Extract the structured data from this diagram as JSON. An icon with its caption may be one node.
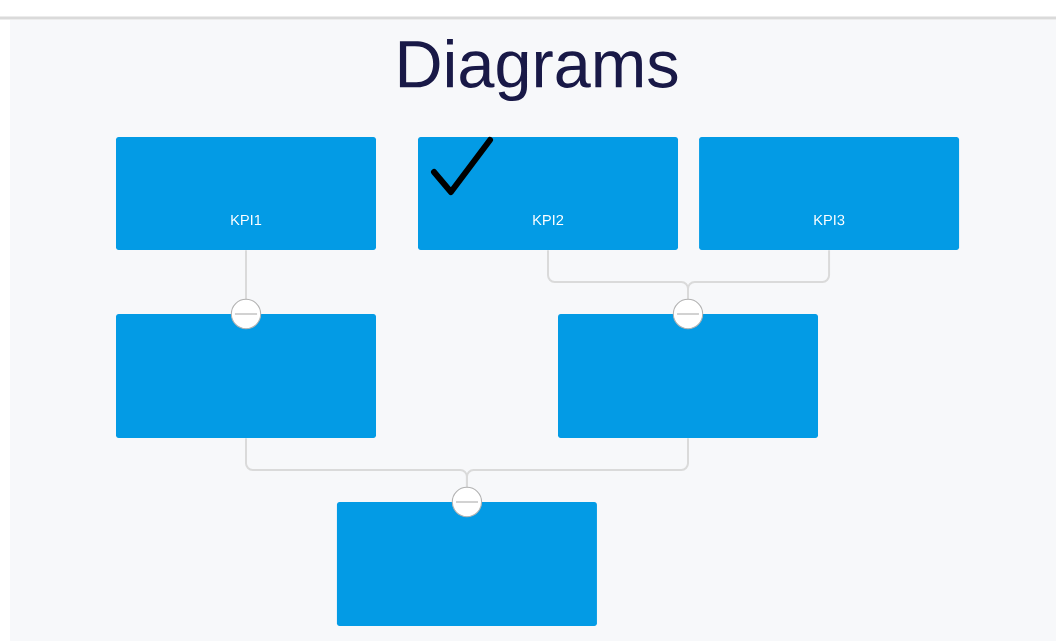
{
  "diagram": {
    "title": "Diagrams",
    "nodes": [
      {
        "text": [
          "KPI1"
        ]
      },
      {
        "text": [
          "KPI2"
        ]
      },
      {
        "text": [
          "KPI3"
        ]
      },
      {
        "text": [],
        "shape": "box"
      },
      {
        "text": [],
        "shape": "box"
      },
      {
        "text": [],
        "shape": "box"
      }
    ],
    "edges": [
      {
        "from": 0,
        "to": 3,
        "arrow": "none"
      },
      {
        "from": 1,
        "to": 4,
        "arrow": "none"
      },
      {
        "from": 2,
        "to": 4,
        "arrow": "none"
      },
      {
        "from": 3,
        "to": 5,
        "arrow": "none"
      },
      {
        "from": 4,
        "to": 5,
        "arrow": "none"
      }
    ]
  }
}
